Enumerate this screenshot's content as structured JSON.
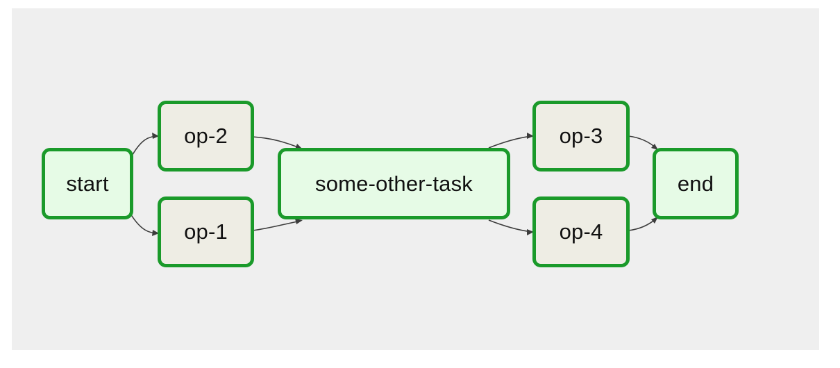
{
  "nodes": {
    "start": "start",
    "op2": "op-2",
    "op1": "op-1",
    "some_other_task": "some-other-task",
    "op3": "op-3",
    "op4": "op-4",
    "end": "end"
  },
  "edges": [
    {
      "from": "start",
      "to": "op-2"
    },
    {
      "from": "start",
      "to": "op-1"
    },
    {
      "from": "op-2",
      "to": "some-other-task"
    },
    {
      "from": "op-1",
      "to": "some-other-task"
    },
    {
      "from": "some-other-task",
      "to": "op-3"
    },
    {
      "from": "some-other-task",
      "to": "op-4"
    },
    {
      "from": "op-3",
      "to": "end"
    },
    {
      "from": "op-4",
      "to": "end"
    }
  ],
  "colors": {
    "node_border": "#1a9a2a",
    "node_fill_light": "#e6fbe6",
    "node_fill_beige": "#eeede4",
    "canvas": "#efefef",
    "edge": "#3c3c3c"
  }
}
